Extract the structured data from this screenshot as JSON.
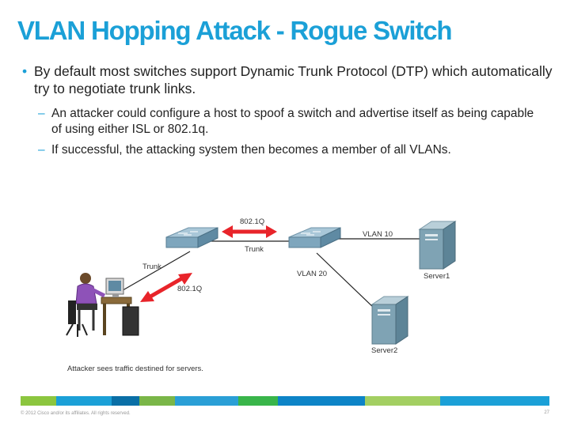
{
  "slide": {
    "title": "VLAN Hopping Attack - Rogue Switch",
    "bullet": "By default most switches support Dynamic Trunk Protocol (DTP) which automatically try to negotiate trunk links.",
    "sub_bullets": [
      "An attacker could configure a host to spoof a switch and advertise itself as being capable of using either ISL or 802.1q.",
      "If successful, the attacking system then becomes a member of all VLANs."
    ]
  },
  "diagram": {
    "label_8021q_top": "802.1Q",
    "label_trunk_top": "Trunk",
    "label_vlan10": "VLAN 10",
    "label_vlan20": "VLAN 20",
    "label_server1": "Server1",
    "label_server2": "Server2",
    "label_trunk_left": "Trunk",
    "label_8021q_left": "802.1Q",
    "caption": "Attacker sees traffic destined for servers.",
    "arrow_color": "#e8242a"
  },
  "footer": {
    "copyright": "© 2012 Cisco and/or its affiliates. All rights reserved.",
    "page": "27"
  },
  "footer_bar_colors": [
    "#8cc63f",
    "#1ba0d7",
    "#0a6fa6",
    "#7ab648",
    "#2a9fd6",
    "#39b54a",
    "#0d84c7",
    "#a3cf62",
    "#1ba0d7"
  ]
}
